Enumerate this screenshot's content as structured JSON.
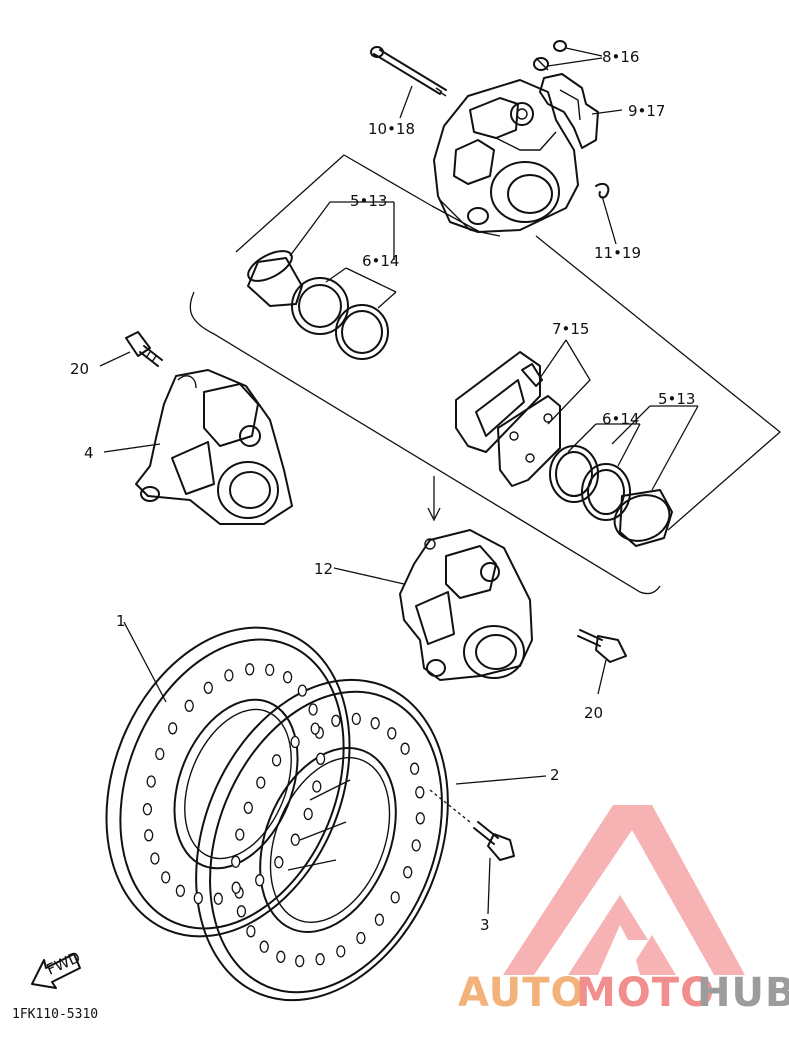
{
  "callouts": {
    "c1": "1",
    "c2": "2",
    "c3": "3",
    "c4": "4",
    "c5_13_top": "5•13",
    "c6_14_top": "6•14",
    "c7_15": "7•15",
    "c6_14_bottom": "6•14",
    "c5_13_bottom": "5•13",
    "c8_16": "8•16",
    "c9_17": "9•17",
    "c10_18": "10•18",
    "c11_19": "11•19",
    "c12": "12",
    "c20_left": "20",
    "c20_bottom": "20"
  },
  "fwd_label": "FWD",
  "drawing_code": "1FK110-5310",
  "watermark": {
    "part1": "AUTO",
    "part2": "MOTO",
    "part3": "HUB",
    "colors": {
      "auto": "#f2b27a",
      "moto": "#f28e8e",
      "hub": "#9c9c9c",
      "logo": "#f6a6a6"
    }
  }
}
